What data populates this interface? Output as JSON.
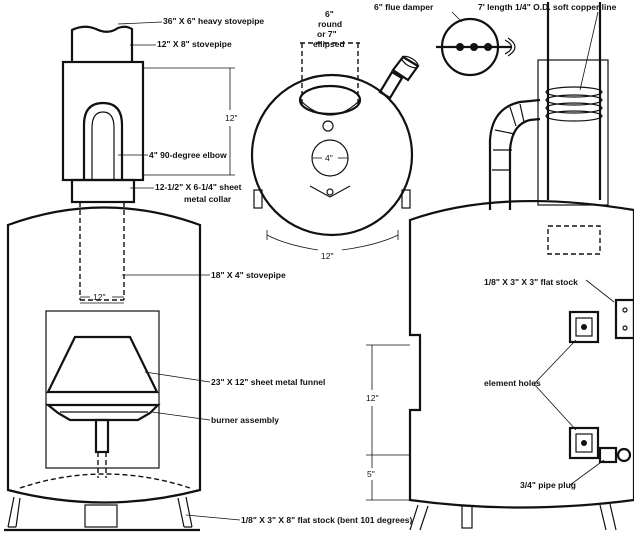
{
  "labels": {
    "stovepipe_36x6": "36\" X 6\" heavy stovepipe",
    "stovepipe_12x8": "12\" X 8\" stovepipe",
    "dim_12_top": "12\"",
    "elbow": "4\" 90-degree elbow",
    "collar_line1": "12-1/2\" X 6-1/4\" sheet",
    "collar_line2": "metal collar",
    "stovepipe_18x4": "18\" X 4\" stovepipe",
    "dim_12_mid": "12\"",
    "funnel": "23\" X 12\" sheet metal funnel",
    "burner": "burner assembly",
    "flat_stock_bottom": "1/8\" X 3\" X 8\" flat stock (bent 101 degrees)",
    "round_line1": "6\"",
    "round_line2": "round",
    "round_line3": "or 7\"",
    "round_line4": "ellipsed",
    "dim_4": "4\"",
    "dim_12_top_view": "12\"",
    "flue_damper": "6\" flue damper",
    "copper_line": "7' length 1/4\" O.D. soft copper line",
    "flat_stock_right": "1/8\" X 3\" X 3\" flat stock",
    "element_holes": "element holes",
    "dim_12_right": "12\"",
    "dim_5_right": "5\"",
    "pipe_plug": "3/4\" pipe plug"
  }
}
